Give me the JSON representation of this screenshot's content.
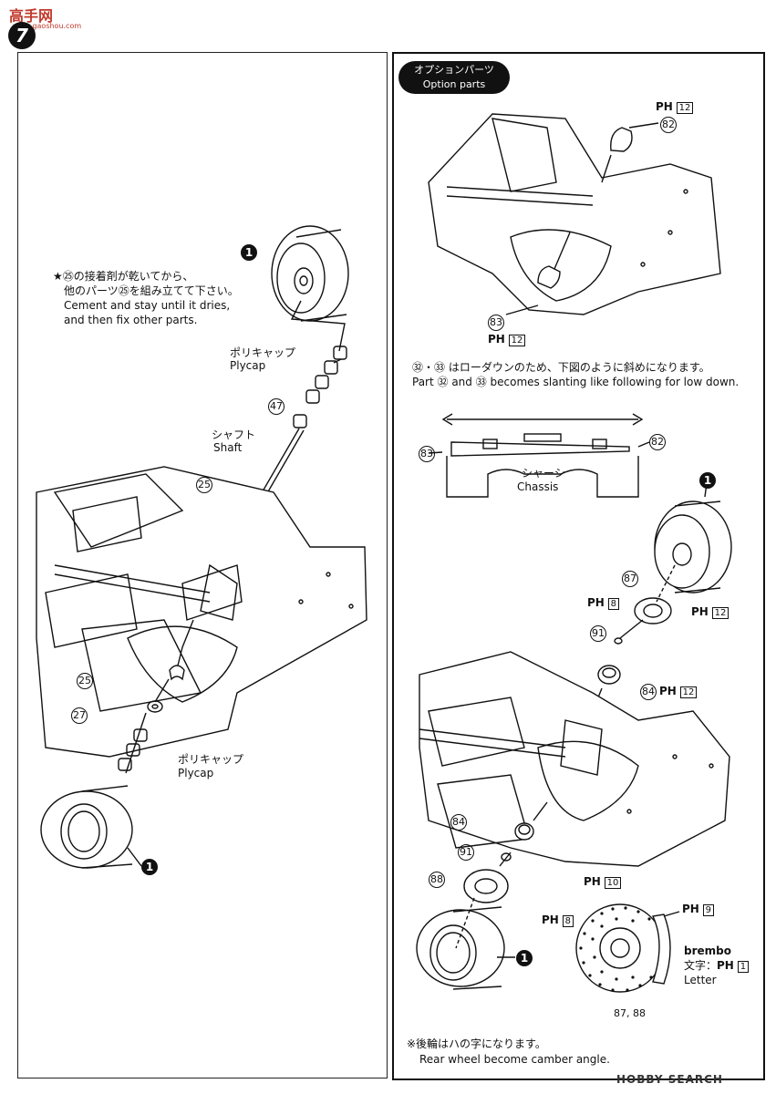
{
  "logo": {
    "main": "高手网",
    "sub": "www.gaoshou.com"
  },
  "step_number": "7",
  "left": {
    "note_line1": "★㉕の接着剤が乾いてから、",
    "note_line2": "他のパーツ㉕を組み立てて下さい。",
    "note_line3": "Cement and stay until it dries,",
    "note_line4": "and then fix other parts.",
    "plycap_jp": "ポリキャップ",
    "plycap_en": "Plycap",
    "part47": "47",
    "shaft_jp": "シャフト",
    "shaft_en": "Shaft",
    "part25_top": "25",
    "part25_mid": "25",
    "part27": "27",
    "plycap2_jp": "ポリキャップ",
    "plycap2_en": "Plycap",
    "wheel_top": "1",
    "wheel_bottom": "1"
  },
  "option": {
    "pill_jp": "オプションパーツ",
    "pill_en": "Option parts",
    "ph12_a": "PH",
    "ph12_a_num": "12",
    "part82": "82",
    "part83": "83",
    "ph12_b": "PH",
    "ph12_b_num": "12",
    "note_jp": "㉜・㉝ はローダウンのため、下図のように斜めになります。",
    "note_en": "Part ㉜ and ㉝ becomes slanting like following for low down.",
    "diag_83": "83",
    "diag_82": "82",
    "chassis_jp": "シャーシ",
    "chassis_en": "Chassis",
    "wheel1": "1",
    "part87": "87",
    "ph8_a": "PH",
    "ph8_a_num": "8",
    "ph12_c": "PH",
    "ph12_c_num": "12",
    "part91_a": "91",
    "part84_a": "84",
    "ph12_d": "PH",
    "ph12_d_num": "12",
    "part84_b": "84",
    "part91_b": "91",
    "part88": "88",
    "ph10": "PH",
    "ph10_num": "10",
    "ph8_b": "PH",
    "ph8_b_num": "8",
    "ph9": "PH",
    "ph9_num": "9",
    "brembo": "brembo",
    "letter_jp": "文字：",
    "letter_ph": "PH",
    "letter_ph_num": "1",
    "letter_en": "Letter",
    "parts_8788": "87, 88",
    "wheel2": "1",
    "rear_note_jp": "※後輪はハの字になります。",
    "rear_note_en": "Rear wheel become camber angle."
  },
  "footer": "HOBBY SEARCH"
}
